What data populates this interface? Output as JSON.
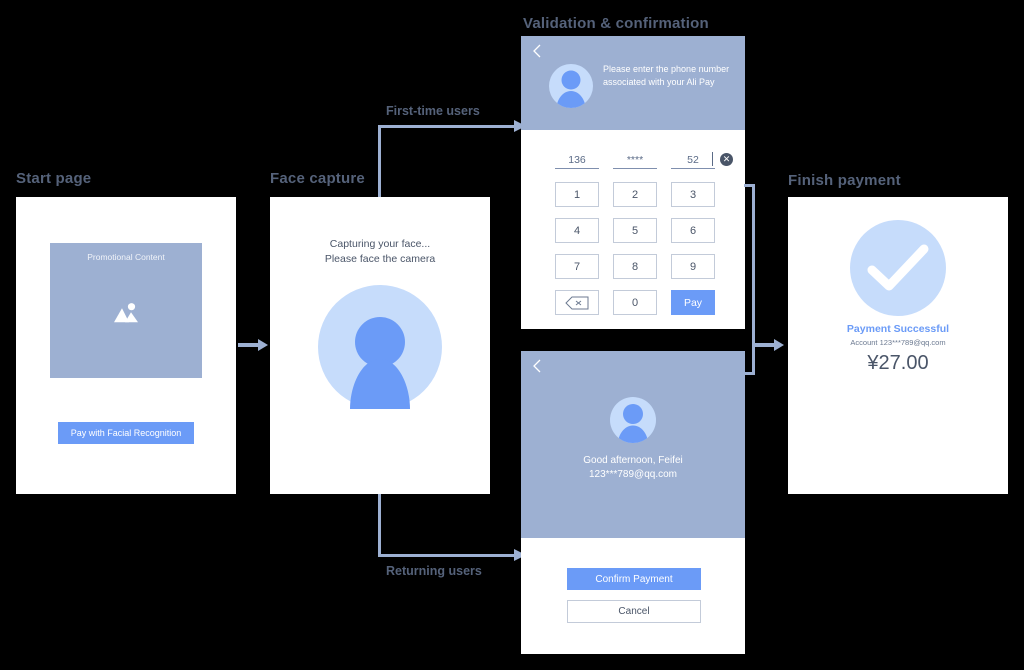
{
  "panels": {
    "start": {
      "title": "Start page",
      "promo_label": "Promotional Content",
      "promo_icon": "image-placeholder-icon",
      "cta_label": "Pay with Facial Recognition"
    },
    "face_capture": {
      "title": "Face capture",
      "line1": "Capturing your face...",
      "line2": "Please face the camera",
      "avatar_icon": "person-icon"
    },
    "validation": {
      "title": "Validation & confirmation",
      "back_icon": "back-chevron-icon",
      "avatar_icon": "person-icon",
      "message": "Please enter the phone number associated with your Ali Pay",
      "phone_segments": [
        "136",
        "****",
        "52"
      ],
      "clear_icon": "clear-circle-x-icon",
      "keys": [
        {
          "label": "1",
          "type": "digit"
        },
        {
          "label": "2",
          "type": "digit"
        },
        {
          "label": "3",
          "type": "digit"
        },
        {
          "label": "4",
          "type": "digit"
        },
        {
          "label": "5",
          "type": "digit"
        },
        {
          "label": "6",
          "type": "digit"
        },
        {
          "label": "7",
          "type": "digit"
        },
        {
          "label": "8",
          "type": "digit"
        },
        {
          "label": "9",
          "type": "digit"
        },
        {
          "label": "",
          "type": "backspace",
          "icon": "backspace-icon"
        },
        {
          "label": "0",
          "type": "digit"
        },
        {
          "label": "Pay",
          "type": "submit"
        }
      ]
    },
    "returning": {
      "back_icon": "back-chevron-icon",
      "avatar_icon": "person-icon",
      "greeting": "Good afternoon, Feifei",
      "account": "123***789@qq.com",
      "confirm_label": "Confirm Payment",
      "cancel_label": "Cancel"
    },
    "finish": {
      "title": "Finish payment",
      "check_icon": "check-mark-icon",
      "status": "Payment Successful",
      "account": "Account 123***789@qq.com",
      "amount": "¥27.00"
    }
  },
  "connectors": {
    "first_time_label": "First-time users",
    "returning_label": "Returning users"
  },
  "colors": {
    "accent_blue": "#6b9bf7",
    "muted_blue": "#9db0d2",
    "light_blue": "#c6dcfb",
    "text_dark": "#4a5568",
    "title_gray": "#55627a",
    "background": "#000000"
  }
}
